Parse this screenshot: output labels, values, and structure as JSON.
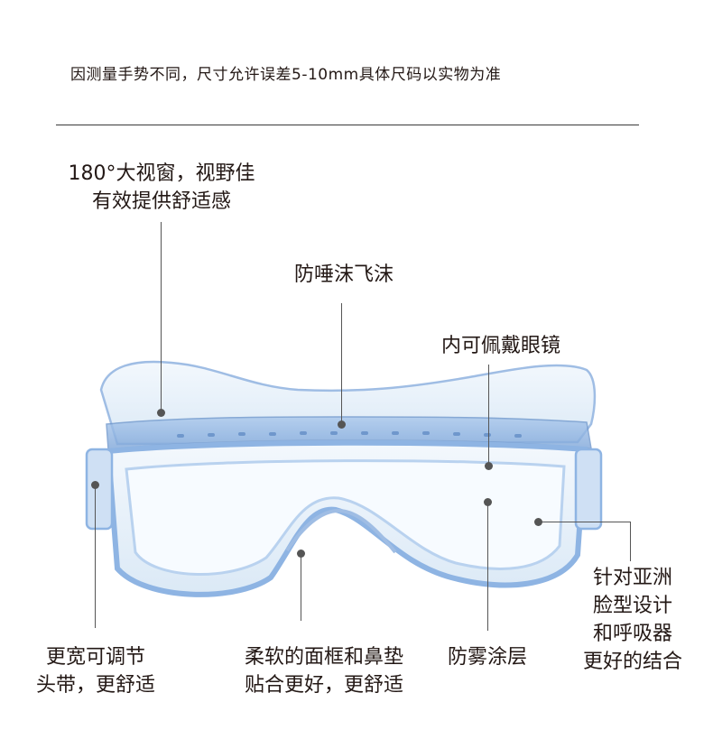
{
  "header_note": "因测量手势不同，尺寸允许误差5-10mm具体尺码以实物为准",
  "callouts": {
    "wide_view": [
      "180°大视窗，视野佳",
      "有效提供舒适感"
    ],
    "anti_splash": "防唾沫飞沫",
    "wear_glasses": "内可佩戴眼镜",
    "asian_fit": [
      "针对亚洲",
      "脸型设计",
      "和呼吸器",
      "更好的结合"
    ],
    "strap": [
      "更宽可调节",
      "头带，更舒适"
    ],
    "soft_frame": [
      "柔软的面框和鼻垫",
      "贴合更好，更舒适"
    ],
    "anti_fog": "防雾涂层"
  },
  "colors": {
    "frame_blue": "#8eb4e3",
    "lens_tint": "#e9f3fb",
    "leader_line": "#555555"
  }
}
